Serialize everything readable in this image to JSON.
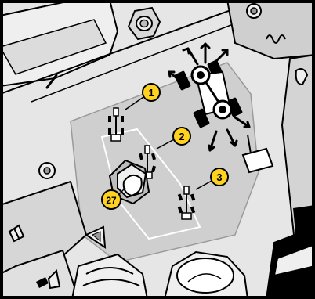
{
  "callouts": [
    {
      "id": "mode-1",
      "label": "1"
    },
    {
      "id": "mode-2",
      "label": "2"
    },
    {
      "id": "mode-3",
      "label": "3"
    },
    {
      "id": "steering-mode-switch",
      "label": "27"
    }
  ],
  "colors": {
    "panel": "#e6e6e6",
    "panel_shadow": "#9a9a9a",
    "recessed": "#cfcfcf",
    "inset": "#bdbdbd",
    "callout_fill": "#ffd21f",
    "outline": "#000000",
    "frame": "#000000"
  },
  "icons": [
    "rounded-hex-nut-icon",
    "horn-icon",
    "warning-lamp-icon",
    "steering-mode-front-icon",
    "steering-mode-four-wheel-icon",
    "steering-mode-crab-icon",
    "tractor-four-wheel-steer-icon",
    "joystick-knob-icon",
    "round-indicator-icon",
    "fuel-icon",
    "lift-arm-icon"
  ]
}
